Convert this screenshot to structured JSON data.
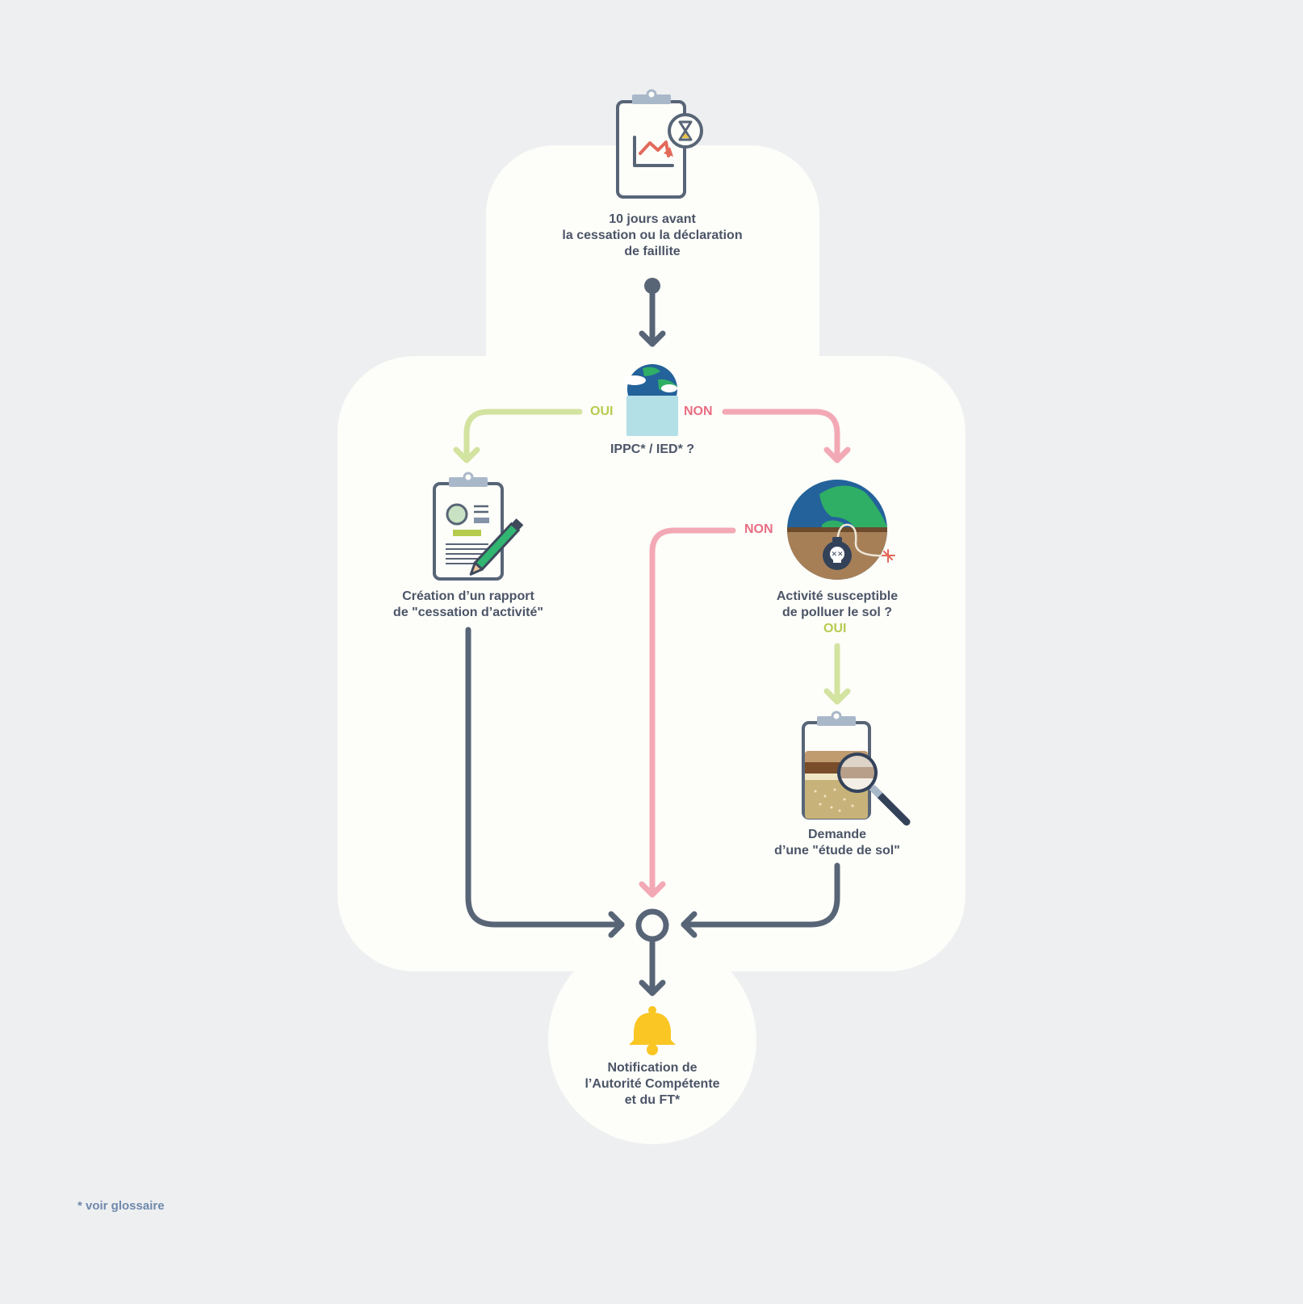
{
  "steps": {
    "start": {
      "line1": "10 jours avant",
      "line2": "la cessation ou la déclaration",
      "line3": "de faillite"
    },
    "ippc": {
      "line1": "IPPC* / IED* ?"
    },
    "rapport": {
      "line1": "Création d’un rapport",
      "line2": "de \"cessation d’activité\""
    },
    "activite": {
      "line1": "Activité susceptible",
      "line2": "de polluer le sol ?"
    },
    "etude": {
      "line1": "Demande",
      "line2": "d’une \"étude de sol\""
    },
    "notification": {
      "line1": "Notification de",
      "line2": "l’Autorité Compétente",
      "line3": "et du FT*"
    }
  },
  "branches": {
    "ippc_yes": "OUI",
    "ippc_no": "NON",
    "activite_no": "NON",
    "activite_yes": "OUI"
  },
  "footnote": "* voir glossaire",
  "colors": {
    "background": "#eeeff1",
    "panel": "#fdfdf9",
    "flow": "#586577",
    "yes": "#d3e3a0",
    "yes_text": "#b6cc4f",
    "no": "#f3a9b5",
    "no_text": "#e96d82",
    "bell": "#f9c623"
  },
  "icons": {
    "start": "clipboard-chart-hourglass-icon",
    "ippc": "globe-factory-icon",
    "rapport": "clipboard-pencil-icon",
    "activite": "globe-toxic-bomb-icon",
    "etude": "clipboard-soil-magnifier-icon",
    "notification": "bell-icon"
  }
}
